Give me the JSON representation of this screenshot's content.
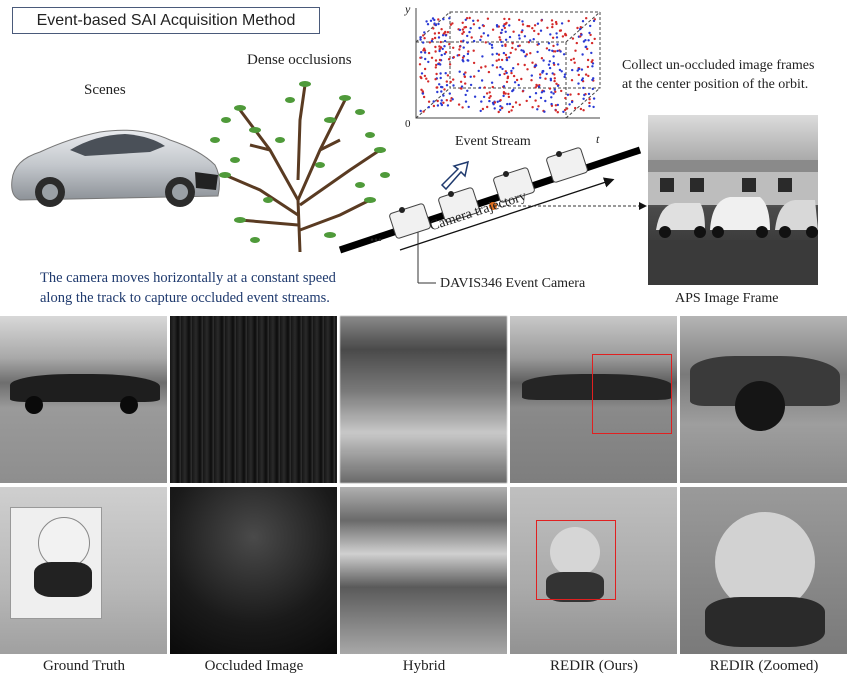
{
  "title": "Event-based SAI Acquisition Method",
  "labels": {
    "scenes": "Scenes",
    "dense_occlusions": "Dense occlusions",
    "event_stream": "Event Stream",
    "axis_y": "y",
    "axis_t": "t",
    "axis_origin": "0",
    "camera_trajectory": "Camera trajectory",
    "davis": "DAVIS346 Event Camera",
    "aps_frame": "APS Image Frame",
    "ellipsis": "...",
    "collect_note": [
      "Collect un-occluded image frames",
      "at the center position of the orbit."
    ],
    "camera_note": [
      "The camera moves horizontally at a constant speed",
      "along the track to capture occluded event streams."
    ]
  },
  "columns": [
    "Ground  Truth",
    "Occluded  Image",
    "Hybrid",
    "REDIR (Ours)",
    "REDIR (Zoomed)"
  ],
  "colors": {
    "positive_events": "#d42a2a",
    "negative_events": "#2a3ad4",
    "caption_text": "#1f3a6e",
    "zoom_box": "#e02020",
    "center_dot": "#e07020"
  }
}
